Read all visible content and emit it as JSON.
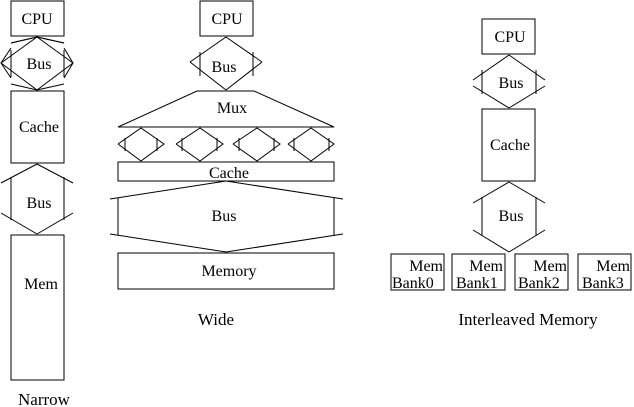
{
  "narrow": {
    "cpu": "CPU",
    "bus1": "Bus",
    "cache": "Cache",
    "bus2": "Bus",
    "mem": "Mem",
    "caption": "Narrow"
  },
  "wide": {
    "cpu": "CPU",
    "bus1": "Bus",
    "mux": "Mux",
    "cache": "Cache",
    "bus2": "Bus",
    "memory": "Memory",
    "caption": "Wide"
  },
  "interleaved": {
    "cpu": "CPU",
    "bus1": "Bus",
    "cache": "Cache",
    "bus2": "Bus",
    "banks": [
      {
        "line1": "Mem",
        "line2": "Bank0"
      },
      {
        "line1": "Mem",
        "line2": "Bank1"
      },
      {
        "line1": "Mem",
        "line2": "Bank2"
      },
      {
        "line1": "Mem",
        "line2": "Bank3"
      }
    ],
    "caption": "Interleaved Memory"
  }
}
